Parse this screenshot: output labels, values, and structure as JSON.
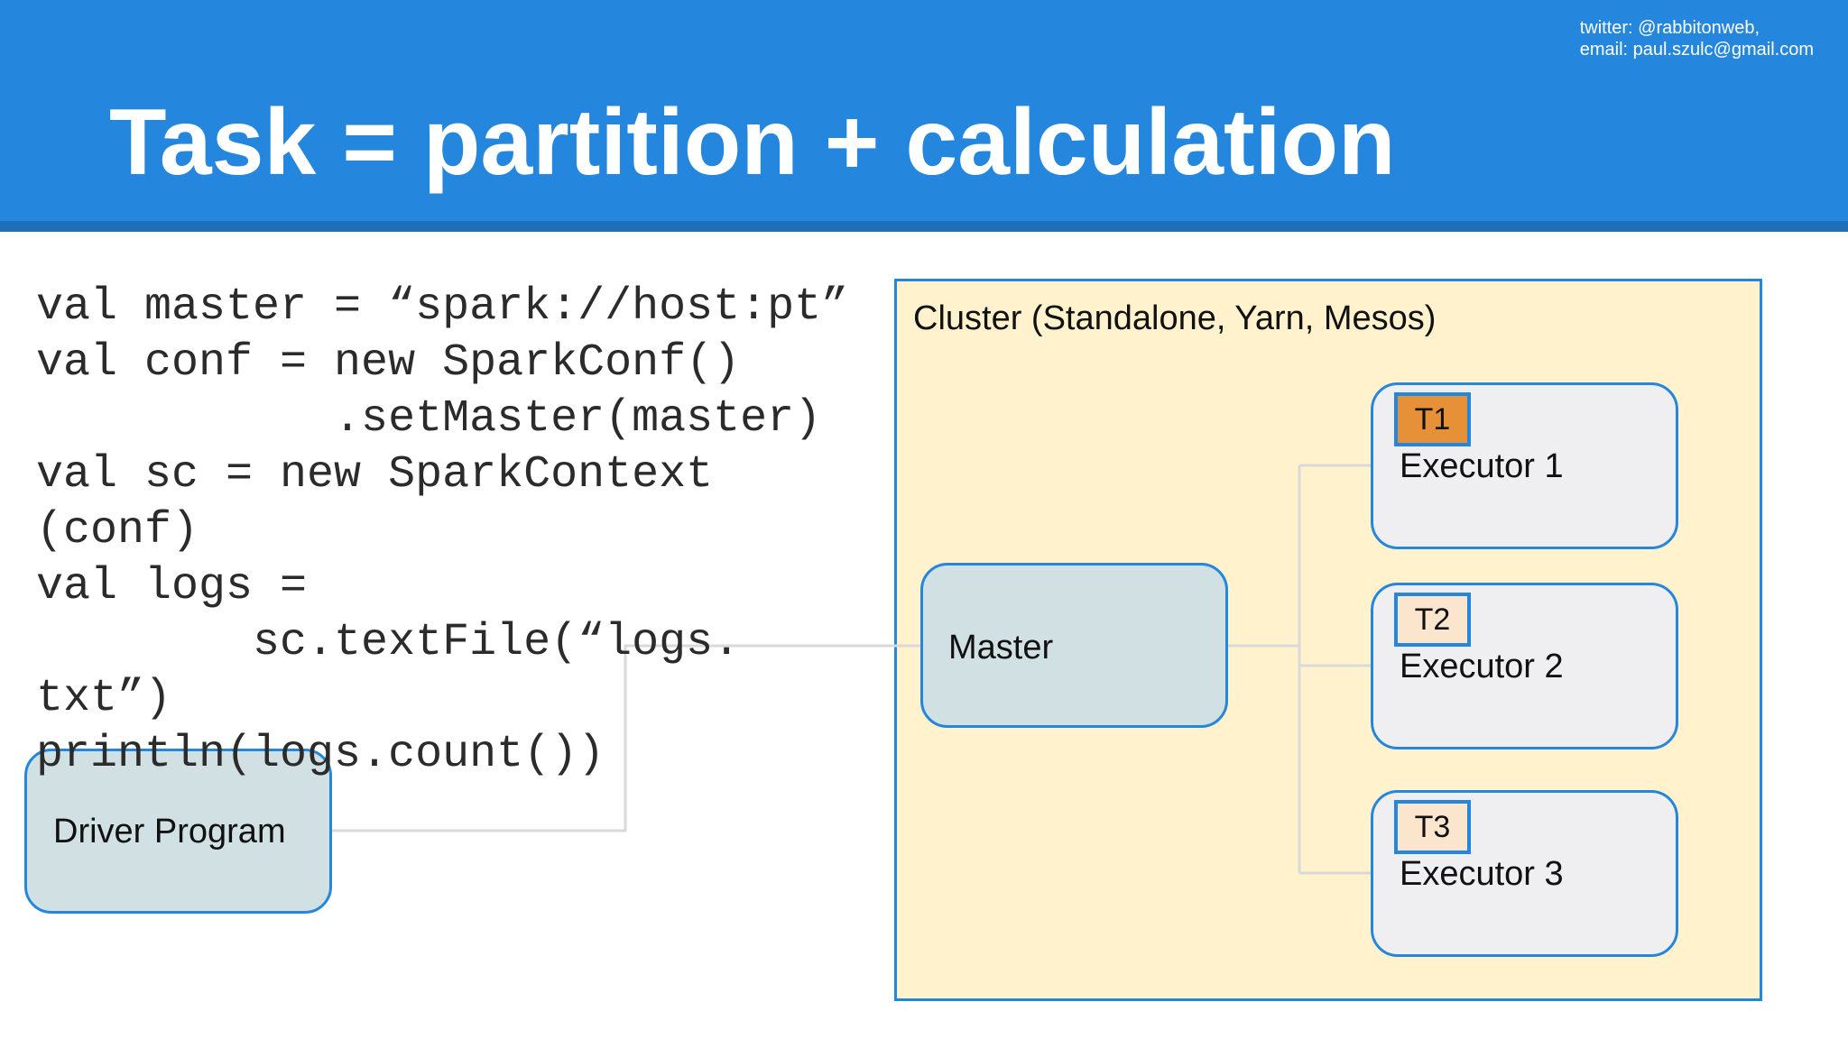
{
  "header": {
    "title": "Task = partition + calculation",
    "twitter": "twitter: @rabbitonweb,",
    "email": "email: paul.szulc@gmail.com"
  },
  "code": {
    "lines": [
      "val master = “spark://host:pt”",
      "val conf = new SparkConf()",
      "           .setMaster(master)",
      "val sc = new SparkContext",
      "(conf)",
      "val logs =",
      "        sc.textFile(“logs.",
      "txt”)",
      "println(logs.count())"
    ]
  },
  "diagram": {
    "cluster_label": "Cluster (Standalone, Yarn, Mesos)",
    "driver_label": "Driver Program",
    "master_label": "Master",
    "executors": [
      {
        "label": "Executor 1",
        "task": "T1",
        "task_color": "#e69138"
      },
      {
        "label": "Executor 2",
        "task": "T2",
        "task_color": "#fce5cd"
      },
      {
        "label": "Executor 3",
        "task": "T3",
        "task_color": "#fce5cd"
      }
    ]
  },
  "colors": {
    "header": "#2486dc",
    "cluster_fill": "#fff2cc",
    "node_border": "#2486dc",
    "driver_master_fill": "#d0e0e3",
    "executor_fill": "#efeff1",
    "connector": "#d9d9d9"
  }
}
